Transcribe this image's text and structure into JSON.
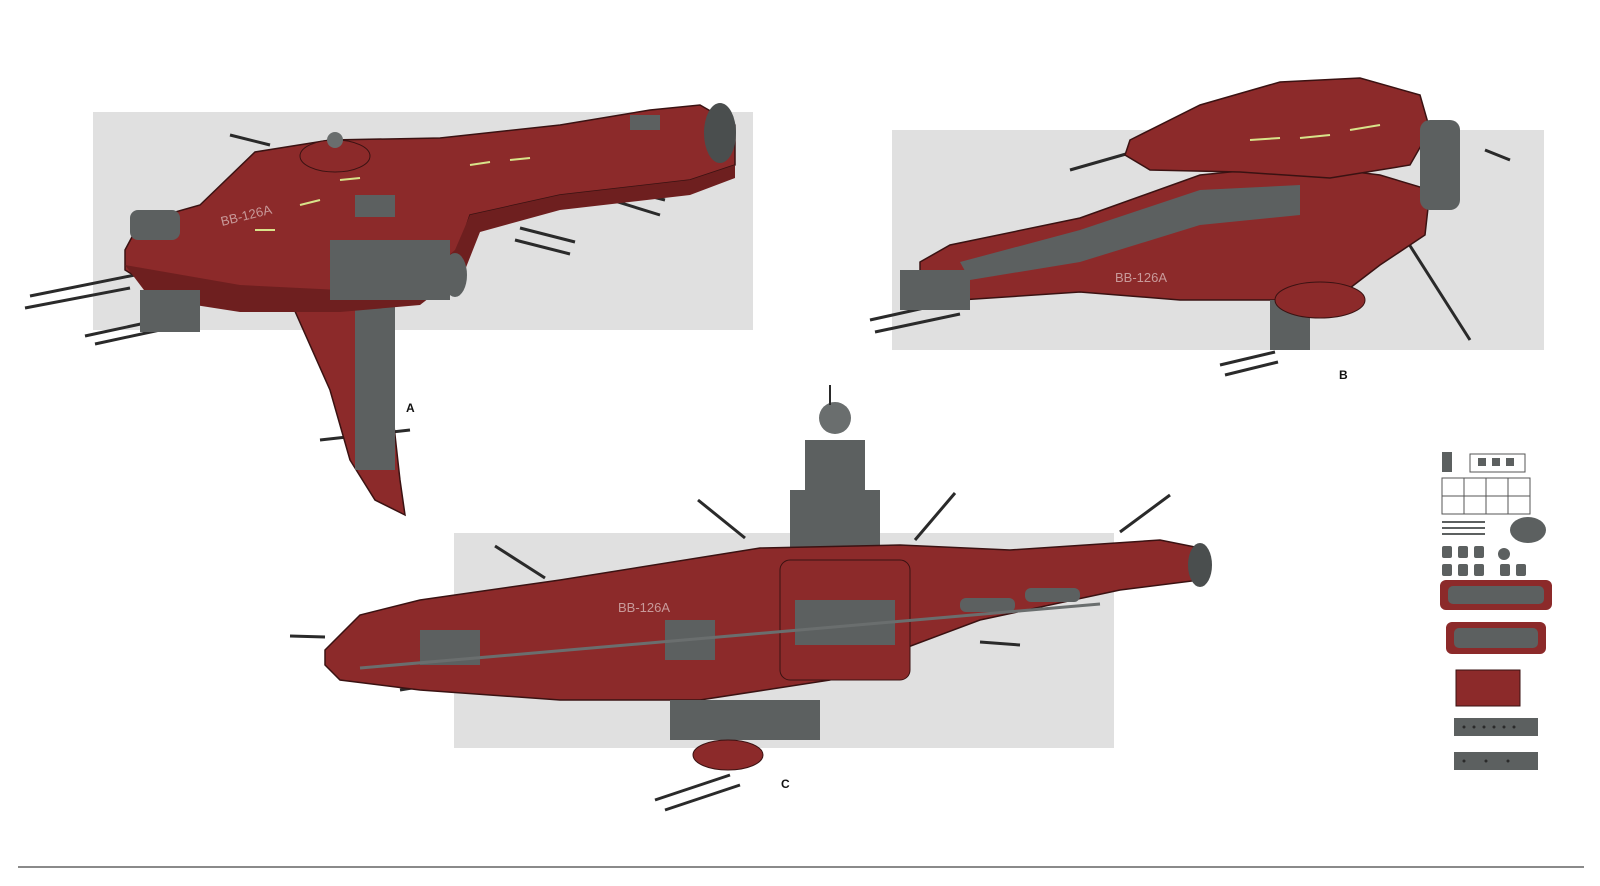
{
  "views": [
    {
      "id": "A",
      "label": "A",
      "hull_marking": "BB-126A"
    },
    {
      "id": "B",
      "label": "B",
      "hull_marking": "BB-126A"
    },
    {
      "id": "C",
      "label": "C",
      "hull_marking": "BB-126A"
    }
  ],
  "colors": {
    "hull_red": "#8c2a2a",
    "hull_red_dark": "#6e1f1f",
    "machinery_grey": "#5c6060",
    "panel_grey": "#e0e0e0",
    "light_yellow": "#d8e38a",
    "rule_grey": "#8a8a8a"
  }
}
